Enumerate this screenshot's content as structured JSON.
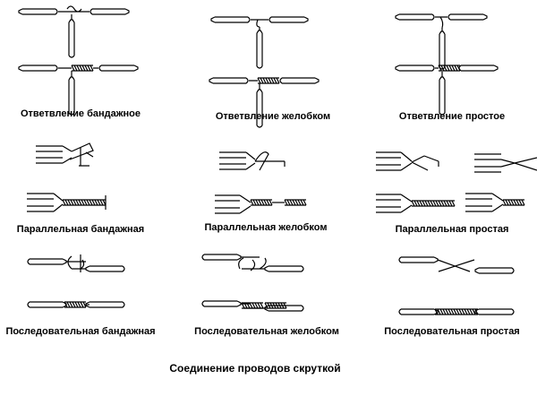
{
  "labels": {
    "branch_bandage": "Ответвление бандажное",
    "branch_groove": "Ответвление желобком",
    "branch_simple": "Ответвление простое",
    "parallel_bandage": "Параллельная бандажная",
    "parallel_groove": "Параллельная желобком",
    "parallel_simple": "Параллельная простая",
    "serial_bandage": "Последовательная бандажная",
    "serial_groove": "Последовательная желобком",
    "serial_simple": "Последовательная простая"
  },
  "caption": "Соединение проводов скруткой"
}
